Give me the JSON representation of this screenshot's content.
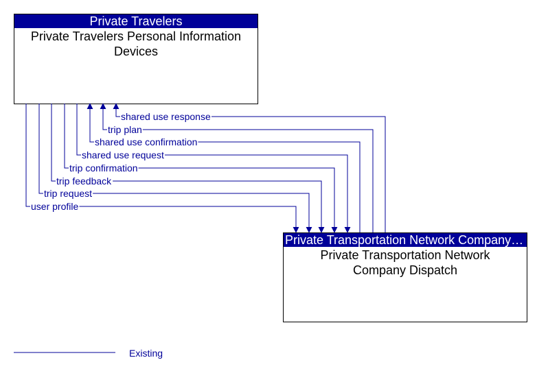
{
  "source": {
    "header": "Private Travelers",
    "title_line1": "Private Travelers Personal Information",
    "title_line2": "Devices"
  },
  "target": {
    "header": "Private Transportation Network Company Dispatch",
    "title_line1": "Private Transportation Network",
    "title_line2": "Company Dispatch"
  },
  "flows": [
    {
      "label": "shared use response",
      "direction": "to-source"
    },
    {
      "label": "trip plan",
      "direction": "to-source"
    },
    {
      "label": "shared use confirmation",
      "direction": "to-source"
    },
    {
      "label": "shared use request",
      "direction": "to-target"
    },
    {
      "label": "trip confirmation",
      "direction": "to-target"
    },
    {
      "label": "trip feedback",
      "direction": "to-target"
    },
    {
      "label": "trip request",
      "direction": "to-target"
    },
    {
      "label": "user profile",
      "direction": "to-target"
    }
  ],
  "legend": {
    "existing_label": "Existing"
  },
  "colors": {
    "header_bg": "#000099",
    "flow_line": "#000099"
  }
}
